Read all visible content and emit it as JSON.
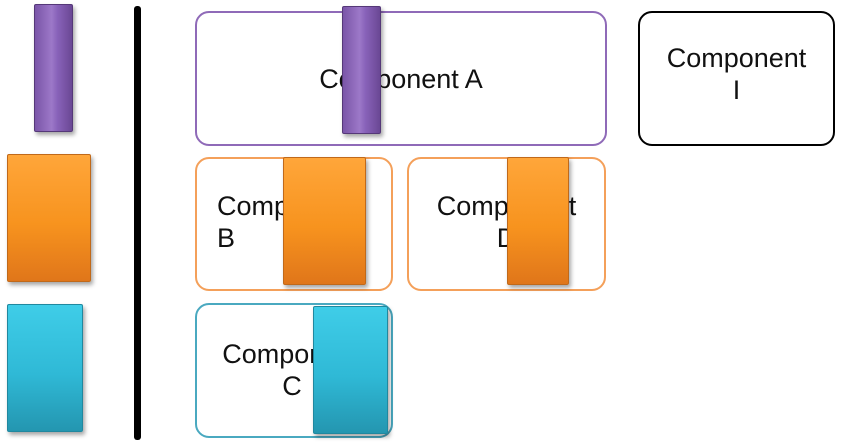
{
  "components": {
    "a": {
      "label": "Component A"
    },
    "b": {
      "label": "Component\nB"
    },
    "c": {
      "label": "Component\nC"
    },
    "d": {
      "label": "Component\nD"
    },
    "i": {
      "label": "Component\nI"
    }
  },
  "colors": {
    "purple": "#8560b4",
    "orange": "#f7931e",
    "cyan": "#2fb9d6",
    "divider": "#000000",
    "box_a_border": "#8f6ab8",
    "box_orange_border": "#f4a05a",
    "box_cyan_border": "#4aa9c0",
    "box_i_border": "#000000"
  }
}
